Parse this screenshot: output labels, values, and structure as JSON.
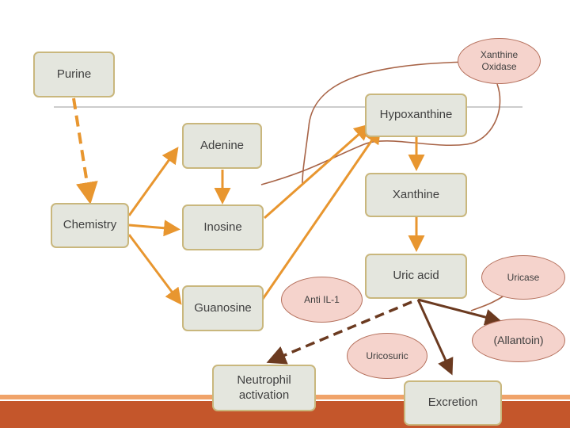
{
  "nodes": {
    "purine": "Purine",
    "xanthine_oxidase": "Xanthine\nOxidase",
    "hypoxanthine": "Hypoxanthine",
    "adenine": "Adenine",
    "xanthine": "Xanthine",
    "chemistry": "Chemistry",
    "inosine": "Inosine",
    "uric_acid": "Uric acid",
    "uricase": "Uricase",
    "guanosine": "Guanosine",
    "anti_il1": "Anti IL-1",
    "allantoin": "(Allantoin)",
    "uricosuric": "Uricosuric",
    "neutrophil": "Neutrophil\nactivation",
    "excretion": "Excretion"
  },
  "colors": {
    "box_fill": "#e4e6de",
    "box_border": "#c9b77d",
    "oval_fill": "#f5d3cc",
    "oval_border": "#b5705c",
    "arrow_orange": "#e8962f",
    "arrow_brown": "#6b3a20",
    "curve_brown": "#a86447",
    "footer_bar": "#c4562b",
    "footer_accent": "#f0a36a"
  }
}
